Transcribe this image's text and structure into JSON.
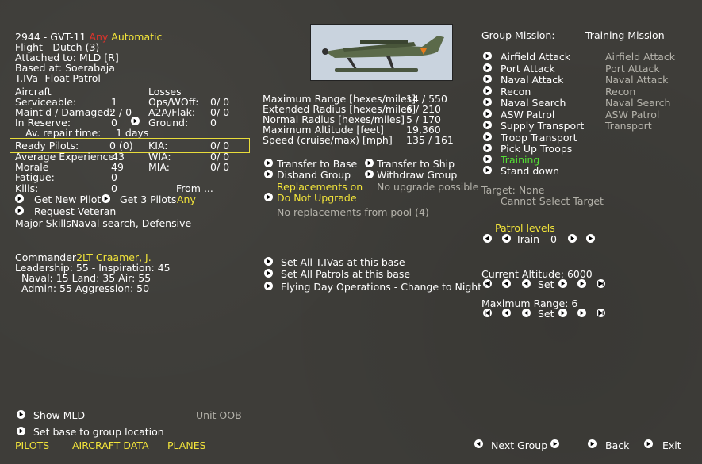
{
  "header": {
    "unit_id": "2944 - GVT-11",
    "unit_any": "Any",
    "unit_mode": "Automatic",
    "flight": "Flight - Dutch (3)",
    "attached": "Attached to:  MLD [R]",
    "based": "Based at:  Soerabaja",
    "aircraft_type": "T.IVa -Float Patrol"
  },
  "aircraft": {
    "heading": "Aircraft",
    "losses_heading": "Losses",
    "rows": [
      {
        "label": "Serviceable:",
        "value": "1",
        "loss_label": "Ops/WOff:",
        "loss_value": "0/ 0"
      },
      {
        "label": "Maint'd / Damaged:",
        "value": "2 / 0",
        "loss_label": "A2A/Flak:",
        "loss_value": "0/ 0"
      },
      {
        "label": "In Reserve:",
        "value": "0",
        "loss_label": "Ground:",
        "loss_value": "0"
      }
    ],
    "repair_label": "Av. repair time:",
    "repair_value": "1 days"
  },
  "pilots": {
    "ready_label": "Ready Pilots:",
    "ready_value": "0 (0)",
    "kia_label": "KIA:",
    "kia_value": "0/ 0",
    "exp_label": "Average Experience",
    "exp_value": "43",
    "wia_label": "WIA:",
    "wia_value": "0/ 0",
    "morale_label": "Morale",
    "morale_value": "49",
    "mia_label": "MIA:",
    "mia_value": "0/ 0",
    "fatigue_label": "Fatigue:",
    "fatigue_value": "0",
    "kills_label": "Kills:",
    "kills_value": "0",
    "from_label": "From ...",
    "get_new_pilot": "Get New Pilot",
    "get_3_pilots": "Get 3 Pilots",
    "get_3_any": "Any",
    "request_veteran": "Request Veteran",
    "major_skills": "Major SkillsNaval search, Defensive"
  },
  "commander": {
    "label": "Commander",
    "name": "2LT Craamer, J.",
    "leadership": "Leadership: 55 - Inspiration: 45",
    "naval": "Naval:  15  Land:  35  Air:  55",
    "admin": "Admin:  55  Aggression:  50"
  },
  "stats": {
    "rows": [
      {
        "label": "Maximum Range [hexes/miles]",
        "value": "14 / 550"
      },
      {
        "label": "Extended Radius [hexes/miles]",
        "value": "6 / 210"
      },
      {
        "label": "Normal Radius [hexes/miles]",
        "value": "5 / 170"
      },
      {
        "label": "Maximum Altitude [feet]",
        "value": "19,360"
      },
      {
        "label": "Speed (cruise/max) [mph]",
        "value": "135 / 161"
      }
    ]
  },
  "actions": {
    "transfer_base": "Transfer to Base",
    "transfer_ship": "Transfer to Ship",
    "disband": "Disband Group",
    "withdraw": "Withdraw Group",
    "replacements_on": "Replacements on",
    "no_upgrade_possible": "No upgrade possible",
    "do_not_upgrade": "Do Not Upgrade",
    "no_replacements": "No replacements from pool (4)",
    "set_all_tiva": "Set All T.IVas at this base",
    "set_all_patrols": "Set All Patrols at this base",
    "flying_day_ops": "Flying Day Operations - Change to Night"
  },
  "mission": {
    "label": "Group Mission:",
    "current": "Training Mission",
    "options": [
      {
        "label": "Airfield Attack",
        "alt": "Airfield Attack"
      },
      {
        "label": "Port Attack",
        "alt": "Port Attack"
      },
      {
        "label": "Naval Attack",
        "alt": "Naval Attack"
      },
      {
        "label": "Recon",
        "alt": "Recon"
      },
      {
        "label": "Naval Search",
        "alt": "Naval Search"
      },
      {
        "label": "ASW Patrol",
        "alt": "ASW Patrol"
      },
      {
        "label": "Supply Transport",
        "alt": "Transport"
      },
      {
        "label": "Troop Transport",
        "alt": ""
      }
    ],
    "pick_up_troops": "Pick Up Troops",
    "training": "Training",
    "stand_down": "Stand down",
    "target": "Target: None",
    "cannot_select": "Cannot Select Target"
  },
  "patrol": {
    "label": "Patrol levels",
    "train_label": "Train",
    "train_value": "0"
  },
  "altitude": {
    "label": "Current Altitude: 6000",
    "set_label": "Set"
  },
  "max_range": {
    "label": "Maximum Range: 6",
    "set_label": "Set"
  },
  "footer": {
    "show_mld": "Show MLD",
    "unit_oob": "Unit OOB",
    "set_base": "Set base to group location",
    "pilots": "PILOTS",
    "aircraft_data": "AIRCRAFT DATA",
    "planes": "PLANES",
    "next_group": "Next Group",
    "back": "Back",
    "exit": "Exit"
  },
  "colors": {
    "background": "#3e3d39",
    "highlight": "#f2e43a",
    "alert": "#e0332b",
    "active": "#55e035"
  }
}
